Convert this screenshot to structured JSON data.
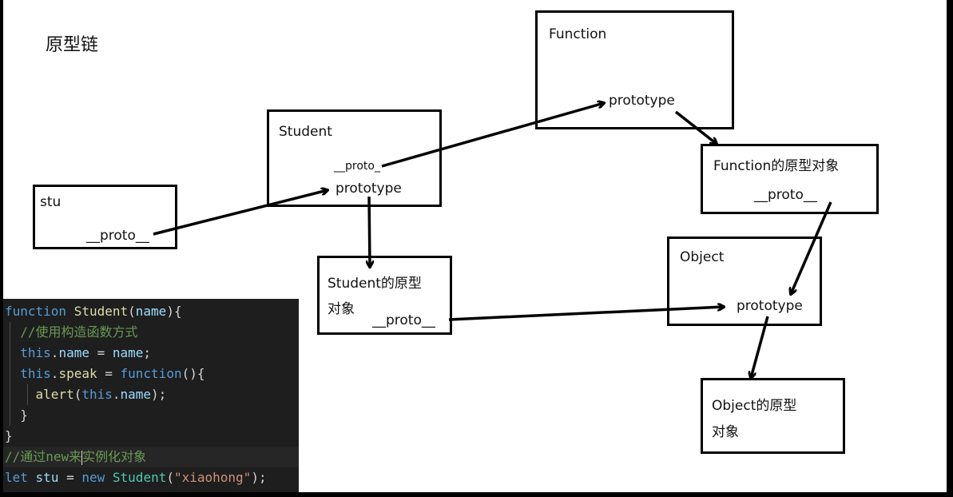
{
  "title": "原型链",
  "nodes": {
    "stu": {
      "name": "stu",
      "proto": "__proto__"
    },
    "student": {
      "name": "Student",
      "proto": "__proto_",
      "prototype": "prototype"
    },
    "student_proto": {
      "name_line1": "Student的原型",
      "name_line2": "对象",
      "proto": "__proto__"
    },
    "function": {
      "name": "Function",
      "prototype": "prototype"
    },
    "function_proto": {
      "name": "Function的原型对象",
      "proto": "__proto__"
    },
    "object": {
      "name": "Object",
      "prototype": "prototype"
    },
    "object_proto": {
      "name_line1": "Object的原型",
      "name_line2": "对象"
    }
  },
  "code": {
    "line1": {
      "kw": "function",
      "fn": "Student",
      "p1": "(",
      "param": "name",
      "p2": "){"
    },
    "line2": {
      "comment": "//使用构造函数方式"
    },
    "line3": {
      "kw": "this",
      "p1": ".",
      "prop": "name",
      "p2": " = ",
      "param": "name",
      "p3": ";"
    },
    "line4": {
      "kw": "this",
      "p1": ".",
      "prop": "speak",
      "p2": " = ",
      "kw2": "function",
      "p3": "(){"
    },
    "line5": {
      "fn": "alert",
      "p1": "(",
      "kw": "this",
      "p2": ".",
      "prop": "name",
      "p3": ");"
    },
    "line6": {
      "text": "}"
    },
    "line7": {
      "text": "}"
    },
    "line8": {
      "comment_a": "//通过new来",
      "comment_b": "实例化对象"
    },
    "line9": {
      "kw": "let",
      "var": "stu",
      "p1": " = ",
      "kw2": "new",
      "cls": "Student",
      "p2": "(",
      "str": "\"xiaohong\"",
      "p3": ");"
    }
  }
}
